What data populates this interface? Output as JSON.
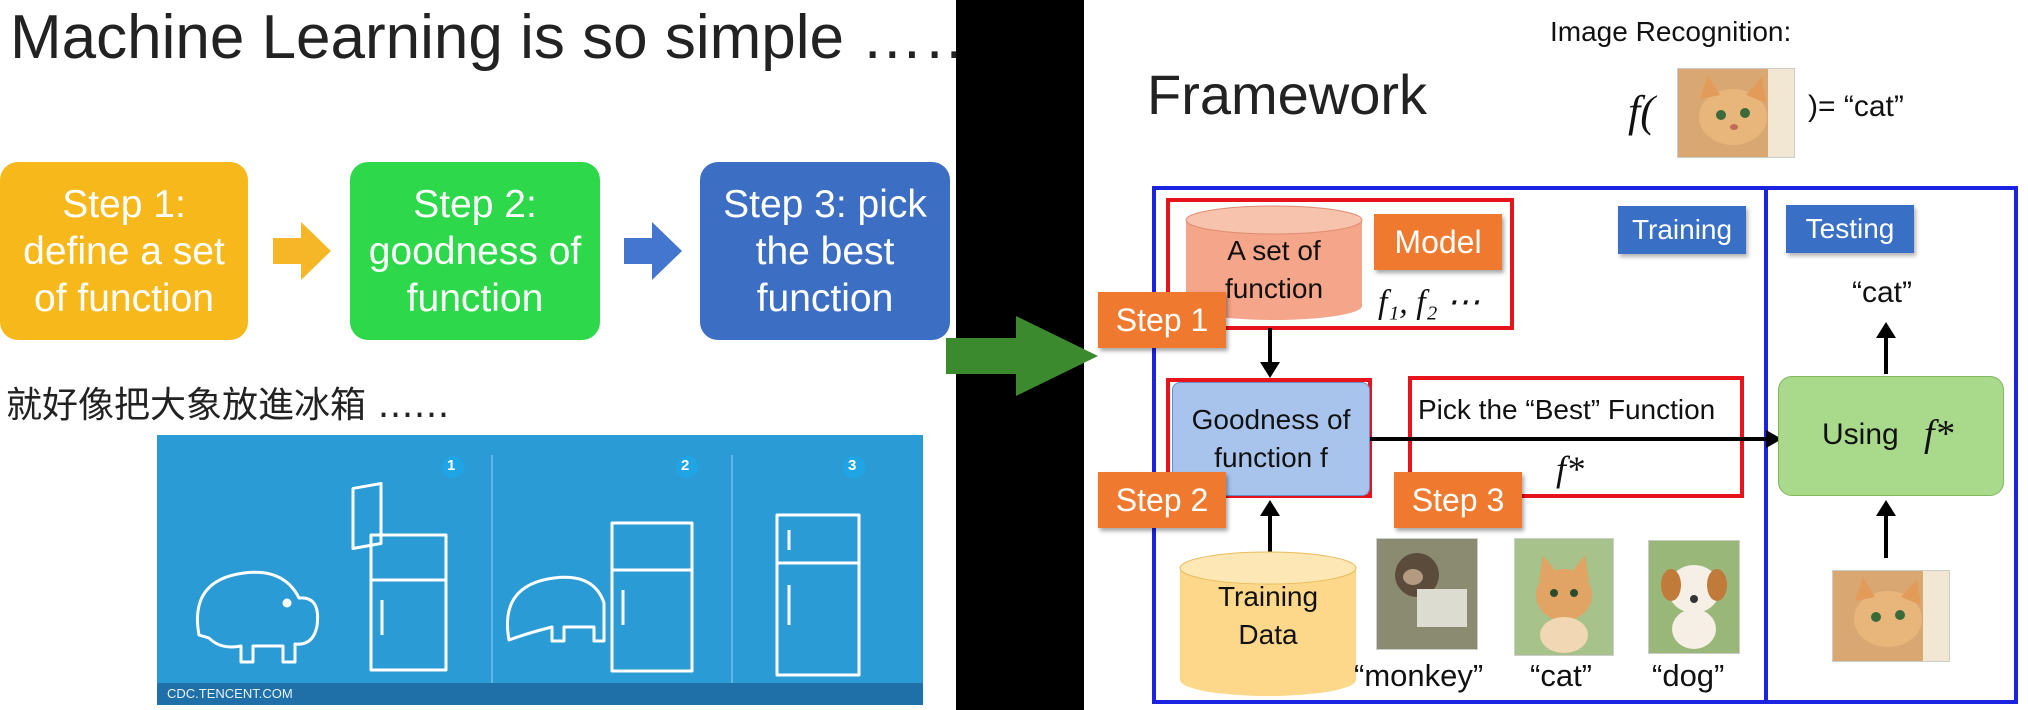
{
  "left": {
    "title": "Machine Learning is so simple ……",
    "steps": [
      {
        "label_lines": [
          "Step 1:",
          "define a set",
          "of function"
        ],
        "color": "#f6b81b"
      },
      {
        "label_lines": [
          "Step 2:",
          "goodness of",
          "function"
        ],
        "color": "#2dd84a"
      },
      {
        "label_lines": [
          "Step 3: pick",
          "the best",
          "function"
        ],
        "color": "#3c6ec4"
      }
    ],
    "subtitle": "就好像把大象放進冰箱 ……",
    "photo": {
      "panel_numbers": [
        "1",
        "2",
        "3"
      ],
      "credit": "CDC.TENCENT.COM"
    }
  },
  "right": {
    "title": "Framework",
    "image_recognition": {
      "label": "Image Recognition:",
      "f_open": "f(",
      "result": ")=  “cat”"
    },
    "training_label": "Training",
    "testing_label": "Testing",
    "set_of_function": "A set of function",
    "model_label": "Model",
    "functions_text": "f₁, f₂ ⋯",
    "step1": "Step 1",
    "step2": "Step 2",
    "step3": "Step 3",
    "goodness": "Goodness of function f",
    "pick_best": "Pick the “Best” Function",
    "f_star": "f*",
    "training_data": "Training Data",
    "examples": [
      "“monkey”",
      "“cat”",
      "“dog”"
    ],
    "using_label": "Using",
    "using_f": "f*",
    "test_output": "“cat”"
  },
  "colors": {
    "frame_blue": "#1a24e0",
    "box_red": "#e8141b",
    "step_orange": "#ef7a2f",
    "tag_blue": "#3a6fc6",
    "set_pink": "#f4a58a",
    "goodness_blue": "#a8c4ec",
    "data_yellow": "#fdd88a",
    "using_green": "#a9d98b",
    "arrow_green": "#3b8a2e"
  }
}
